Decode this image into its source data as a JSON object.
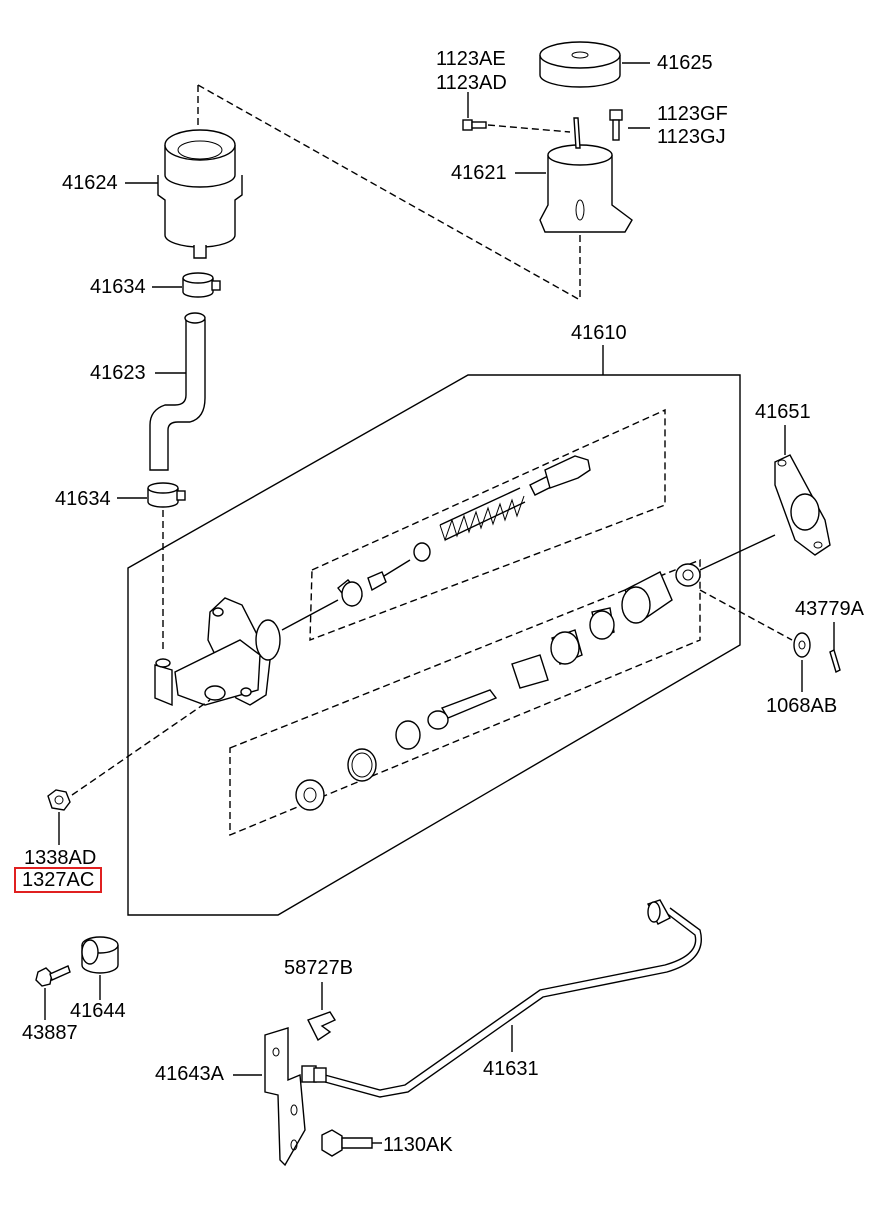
{
  "diagram": {
    "labels": {
      "p41625": "41625",
      "p1123AE": "1123AE",
      "p1123AD": "1123AD",
      "p1123GF": "1123GF",
      "p1123GJ": "1123GJ",
      "p41621": "41621",
      "p41624": "41624",
      "p41634a": "41634",
      "p41623": "41623",
      "p41634b": "41634",
      "p41610": "41610",
      "p41651": "41651",
      "p43779A": "43779A",
      "p1068AB": "1068AB",
      "p1338AD": "1338AD",
      "p1327AC": "1327AC",
      "p58727B": "58727B",
      "p43887": "43887",
      "p41644": "41644",
      "p41643A": "41643A",
      "p41631": "41631",
      "p1130AK": "1130AK"
    },
    "highlight_color": "#e02020"
  }
}
